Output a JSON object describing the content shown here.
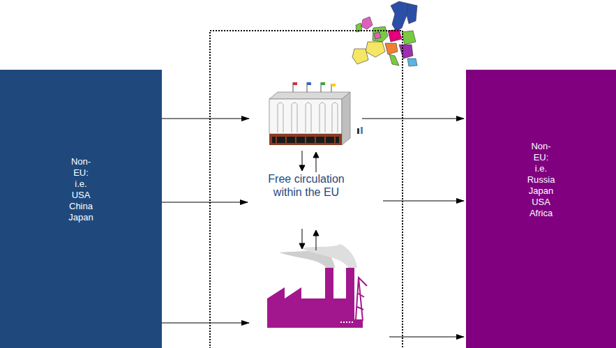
{
  "diagram": {
    "nodes": [
      {
        "text": [
          "Non-EU: i.e. USA China Japan"
        ]
      },
      {
        "text": [
          "Free circulation within the EU"
        ]
      },
      {
        "text": [
          "Non-EU: i.e. Russia Japan USA Africa"
        ]
      }
    ],
    "edges": [
      {
        "from": 0,
        "to": 1,
        "arrow": "to"
      },
      {
        "from": 0,
        "to": 1,
        "arrow": "to"
      },
      {
        "from": 0,
        "to": 1,
        "arrow": "to"
      },
      {
        "from": 1,
        "to": 2,
        "arrow": "to"
      },
      {
        "from": 1,
        "to": 2,
        "arrow": "to"
      },
      {
        "from": 1,
        "to": 2,
        "arrow": "to"
      }
    ]
  }
}
